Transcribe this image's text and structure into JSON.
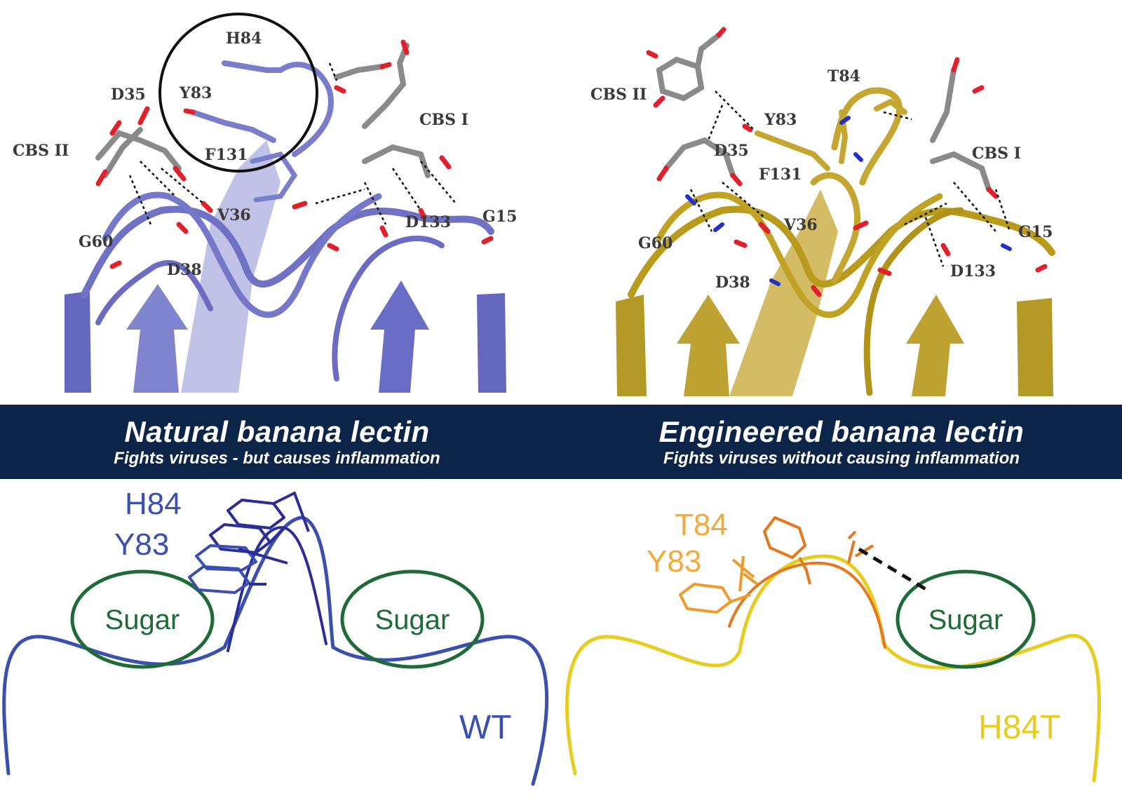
{
  "colors": {
    "banner_bg": "#0c2447",
    "wt_blue": "#3a4fb0",
    "wt_dark": "#2a2e9a",
    "mutant_yellow": "#e8cc1f",
    "mutant_orange": "#f09a2a",
    "mutant_dark_orange": "#e5781d",
    "sugar_green": "#1f6b38",
    "protein_purple": "#6f72c4",
    "protein_olive": "#b89b1c"
  },
  "structure_left": {
    "labels": {
      "h84": "H84",
      "y83": "Y83",
      "d35": "D35",
      "cbs2": "CBS II",
      "cbs1": "CBS I",
      "f131": "F131",
      "v36": "V36",
      "d133": "D133",
      "g15": "G15",
      "g60": "G60",
      "d38": "D38"
    }
  },
  "structure_right": {
    "labels": {
      "t84": "T84",
      "y83": "Y83",
      "d35": "D35",
      "cbs2": "CBS II",
      "cbs1": "CBS I",
      "f131": "F131",
      "v36": "V36",
      "d133": "D133",
      "g15": "G15",
      "g60": "G60",
      "d38": "D38"
    }
  },
  "banner": {
    "left_title": "Natural banana lectin",
    "left_subtitle": "Fights viruses - but causes inflammation",
    "right_title": "Engineered banana lectin",
    "right_subtitle": "Fights viruses without causing inflammation"
  },
  "schematic_left": {
    "h84_label": "H84",
    "y83_label": "Y83",
    "sugar_left": "Sugar",
    "sugar_right": "Sugar",
    "variant_label": "WT"
  },
  "schematic_right": {
    "t84_label": "T84",
    "y83_label": "Y83",
    "sugar": "Sugar",
    "variant_label": "H84T"
  }
}
